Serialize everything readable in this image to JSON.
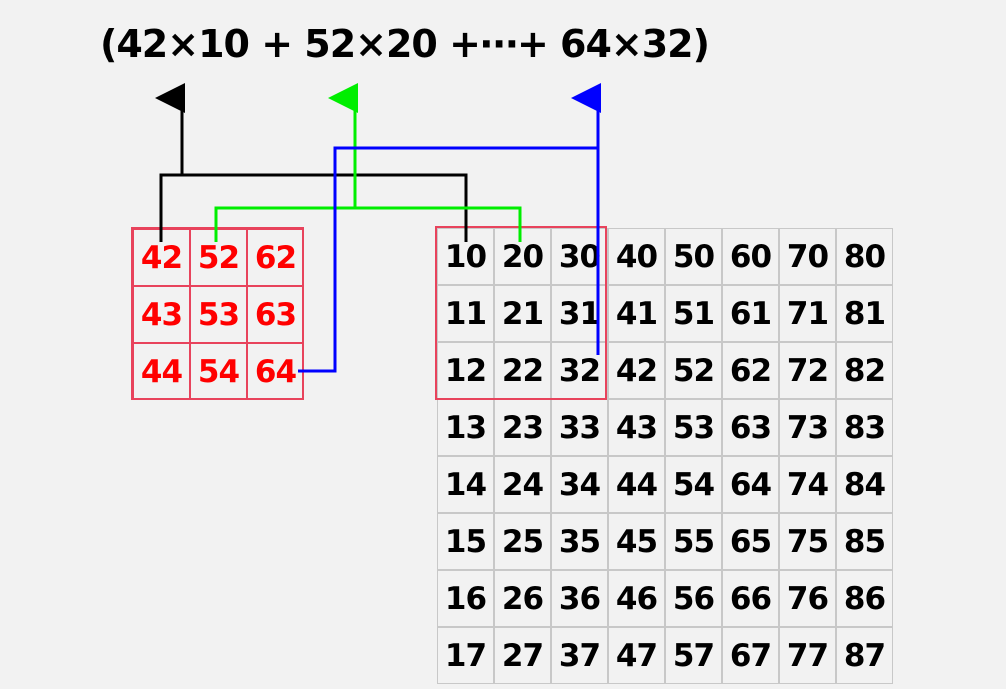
{
  "formula": "(42×10 + 52×20 +⋯+ 64×32)",
  "kernel": [
    [
      "42",
      "52",
      "62"
    ],
    [
      "43",
      "53",
      "63"
    ],
    [
      "44",
      "54",
      "64"
    ]
  ],
  "input": [
    [
      "10",
      "20",
      "30",
      "40",
      "50",
      "60",
      "70",
      "80"
    ],
    [
      "11",
      "21",
      "31",
      "41",
      "51",
      "61",
      "71",
      "81"
    ],
    [
      "12",
      "22",
      "32",
      "42",
      "52",
      "62",
      "72",
      "82"
    ],
    [
      "13",
      "23",
      "33",
      "43",
      "53",
      "63",
      "73",
      "83"
    ],
    [
      "14",
      "24",
      "34",
      "44",
      "54",
      "64",
      "74",
      "84"
    ],
    [
      "15",
      "25",
      "35",
      "45",
      "55",
      "65",
      "75",
      "85"
    ],
    [
      "16",
      "26",
      "36",
      "46",
      "56",
      "66",
      "76",
      "86"
    ],
    [
      "17",
      "27",
      "37",
      "47",
      "57",
      "67",
      "77",
      "87"
    ]
  ],
  "colors": {
    "kernel_text": "#ff0000",
    "highlight_border": "#e8435c",
    "connector_first": "#000000",
    "connector_second": "#00ee00",
    "connector_last": "#0000ff"
  }
}
